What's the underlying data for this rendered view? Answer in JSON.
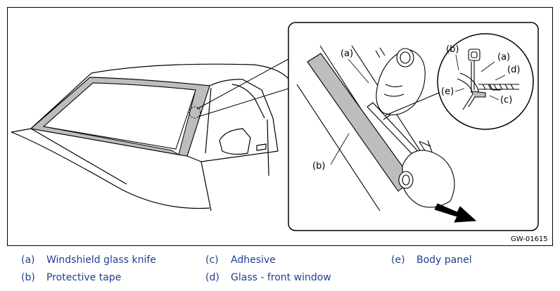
{
  "figure": {
    "id_label": "GW-01615",
    "callout_labels": {
      "a": "(a)",
      "b": "(b)"
    },
    "detail_labels": {
      "a": "(a)",
      "b": "(b)",
      "c": "(c)",
      "d": "(d)",
      "e": "(e)"
    }
  },
  "legend": [
    {
      "key": "(a)",
      "text": "Windshield glass knife"
    },
    {
      "key": "(b)",
      "text": "Protective tape"
    },
    {
      "key": "(c)",
      "text": "Adhesive"
    },
    {
      "key": "(d)",
      "text": "Glass - front window"
    },
    {
      "key": "(e)",
      "text": "Body panel"
    }
  ],
  "colors": {
    "legend_text": "#1f3f8f",
    "tape_fill": "#bdbdbd",
    "frame": "#000000"
  }
}
